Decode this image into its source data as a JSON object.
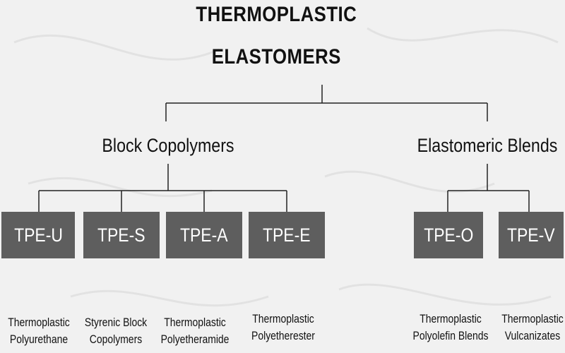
{
  "title": {
    "line1": "THERMOPLASTIC",
    "line2": "ELASTOMERS"
  },
  "categories": [
    {
      "label": "Block Copolymers",
      "types": [
        {
          "code": "TPE-U",
          "desc_line1": "Thermoplastic",
          "desc_line2": "Polyurethane"
        },
        {
          "code": "TPE-S",
          "desc_line1": "Styrenic Block",
          "desc_line2": "Copolymers"
        },
        {
          "code": "TPE-A",
          "desc_line1": "Thermoplastic",
          "desc_line2": "Polyetheramide"
        },
        {
          "code": "TPE-E",
          "desc_line1": "Thermoplastic",
          "desc_line2": "Polyetherester"
        }
      ]
    },
    {
      "label": "Elastomeric Blends",
      "types": [
        {
          "code": "TPE-O",
          "desc_line1": "Thermoplastic",
          "desc_line2": "Polyolefin Blends"
        },
        {
          "code": "TPE-V",
          "desc_line1": "Thermoplastic",
          "desc_line2": "Vulcanizates"
        }
      ]
    }
  ],
  "colors": {
    "background": "#f1f1f1",
    "box_fill": "#5e5e5e",
    "box_text": "#ffffff",
    "line": "#222222"
  }
}
